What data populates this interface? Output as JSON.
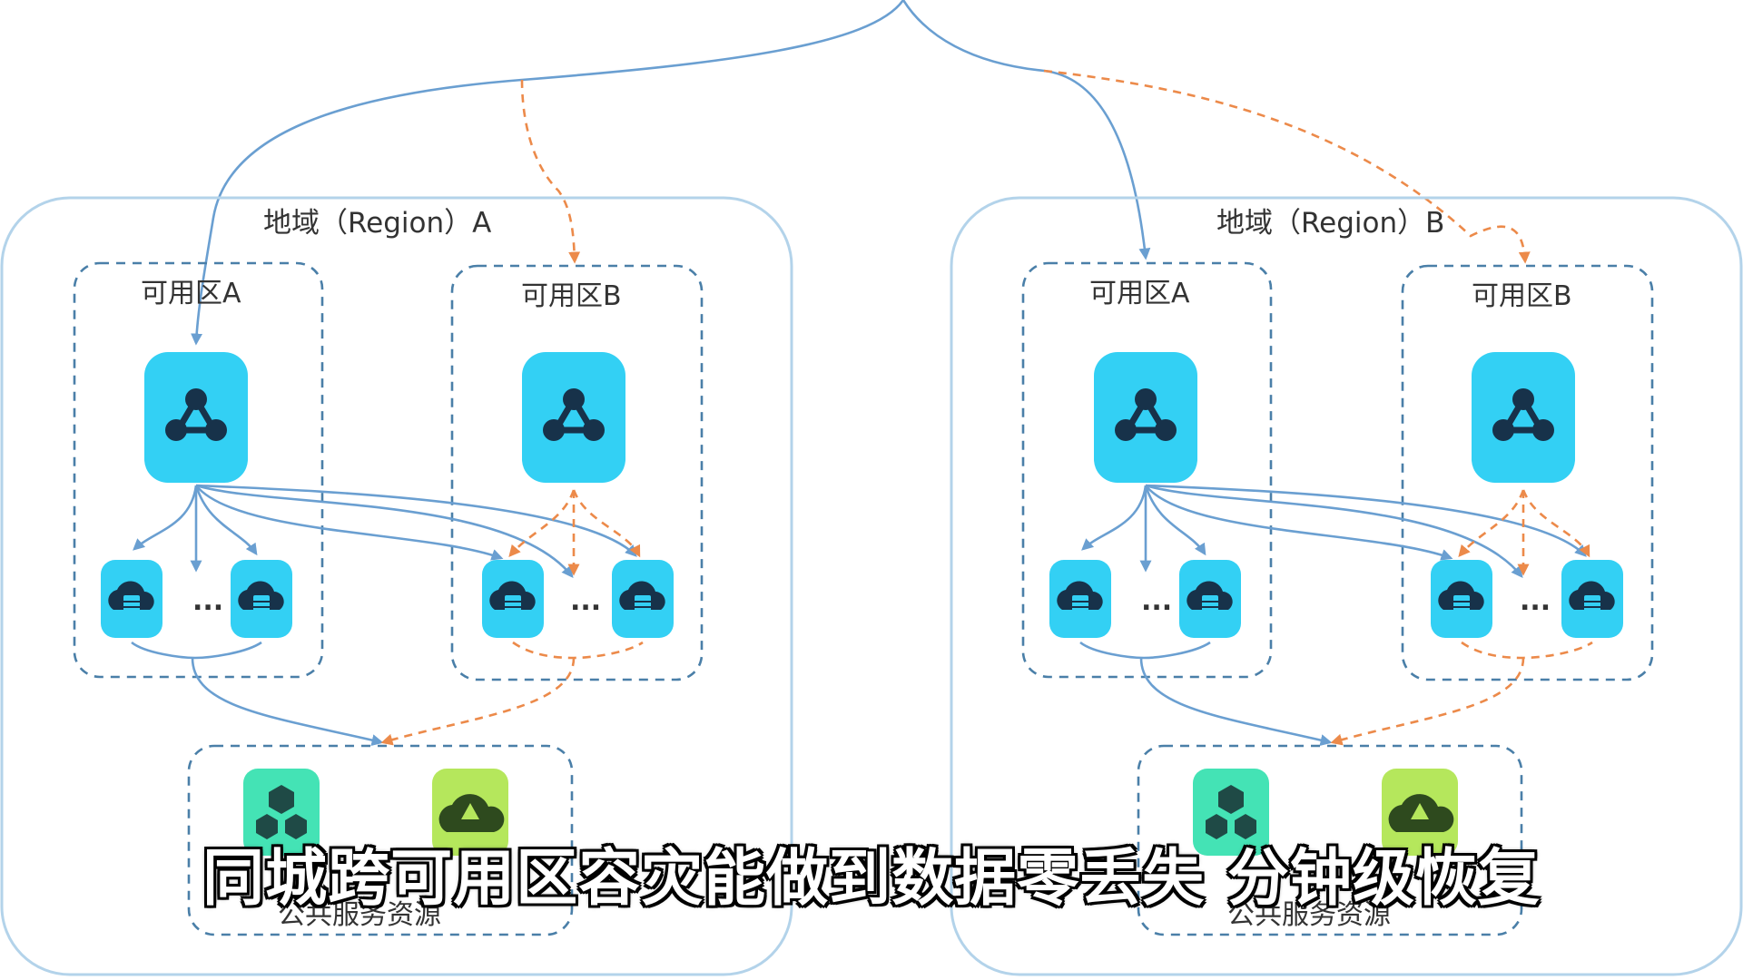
{
  "colors": {
    "region_border": "#b3d3ea",
    "zone_border": "#4a7fa8",
    "node_cyan": "#33d0f4",
    "flow_blue": "#6a9fd1",
    "flow_orange": "#ec8a4a",
    "resource_green": "#44e3b5",
    "resource_lime": "#b5e75c"
  },
  "regions": [
    {
      "label": "地域（Region）A",
      "zones": [
        {
          "label": "可用区A",
          "ellipsis": "..."
        },
        {
          "label": "可用区B",
          "ellipsis": "..."
        }
      ],
      "shared": {
        "label": "公共服务资源"
      }
    },
    {
      "label": "地域（Region）B",
      "zones": [
        {
          "label": "可用区A",
          "ellipsis": "..."
        },
        {
          "label": "可用区B",
          "ellipsis": "..."
        }
      ],
      "shared": {
        "label": "公共服务资源"
      }
    }
  ],
  "icons": {
    "load_balancer": "load-balancer-icon",
    "cloud_server": "cloud-server-icon",
    "shared_service_1": "container-service-icon",
    "shared_service_2": "cloud-storage-icon"
  },
  "caption": "同城跨可用区容灾能做到数据零丢失 分钟级恢复"
}
